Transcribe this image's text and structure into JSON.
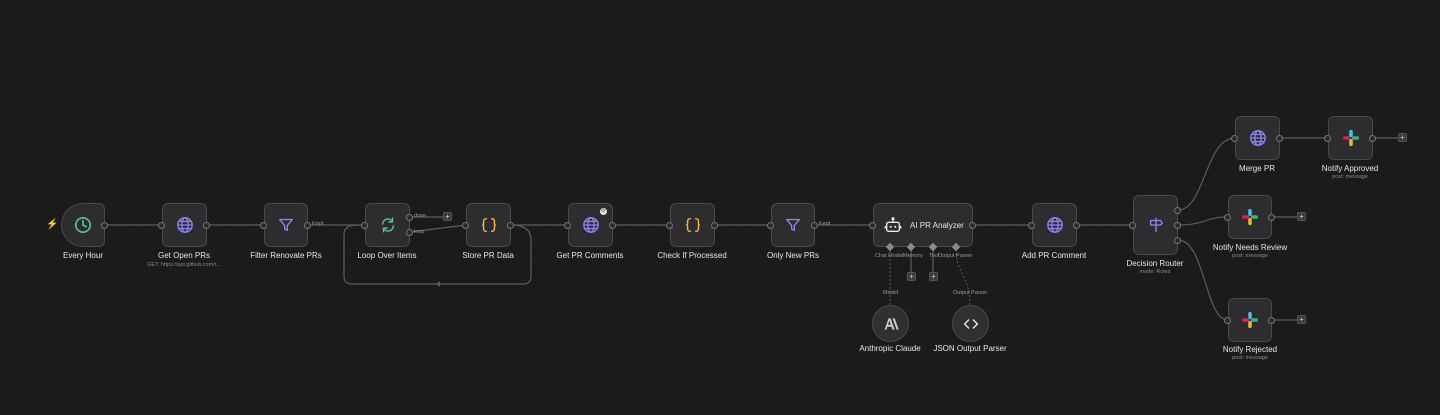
{
  "colors": {
    "canvas": "#1b1b1b",
    "node": "#2d2d2f",
    "wire": "#5d5d5d",
    "trigger_accent": "#ff6d5a",
    "http_icon": "#8b86f0",
    "filter_icon": "#8b86f0",
    "code_icon": "#f4b33c",
    "schedule_icon": "#5fc48c",
    "loop_icon": "#5fc48c"
  },
  "nodes": {
    "every_hour": {
      "label": "Every Hour",
      "icon": "clock-icon"
    },
    "get_open_prs": {
      "label": "Get Open PRs",
      "sub": "GET: https://api.github.com/r...",
      "icon": "globe-icon"
    },
    "filter_renovate": {
      "label": "Filter Renovate PRs",
      "out": "Kept",
      "icon": "funnel-icon"
    },
    "loop_over_items": {
      "label": "Loop Over Items",
      "out_done": "done",
      "out_loop": "loop",
      "icon": "loop-icon"
    },
    "store_pr_data": {
      "label": "Store PR Data",
      "icon": "braces-icon"
    },
    "get_pr_comments": {
      "label": "Get PR Comments",
      "icon": "globe-icon"
    },
    "check_processed": {
      "label": "Check If Processed",
      "icon": "braces-icon"
    },
    "only_new_prs": {
      "label": "Only New PRs",
      "out": "Kept",
      "icon": "funnel-icon"
    },
    "ai_pr_analyzer": {
      "label": "AI PR Analyzer",
      "icon": "robot-icon",
      "ports": [
        "Chat Model",
        "Memory",
        "Tool",
        "Output Parser"
      ]
    },
    "add_pr_comment": {
      "label": "Add PR Comment",
      "icon": "globe-icon"
    },
    "decision_router": {
      "label": "Decision Router",
      "sub": "mode: Rules",
      "icon": "signpost-icon"
    },
    "merge_pr": {
      "label": "Merge PR",
      "icon": "globe-icon"
    },
    "notify_approved": {
      "label": "Notify Approved",
      "sub": "post: message",
      "icon": "slack-icon"
    },
    "notify_needs_review": {
      "label": "Notify Needs Review",
      "sub": "post: message",
      "icon": "slack-icon"
    },
    "notify_rejected": {
      "label": "Notify Rejected",
      "sub": "post: message",
      "icon": "slack-icon"
    },
    "anthropic_claude": {
      "label": "Anthropic Claude",
      "port": "Model",
      "icon": "anthropic-icon"
    },
    "json_output_parser": {
      "label": "JSON Output Parser",
      "port": "Output Parser",
      "icon": "code-brackets-icon"
    }
  },
  "plus_symbol": "+"
}
